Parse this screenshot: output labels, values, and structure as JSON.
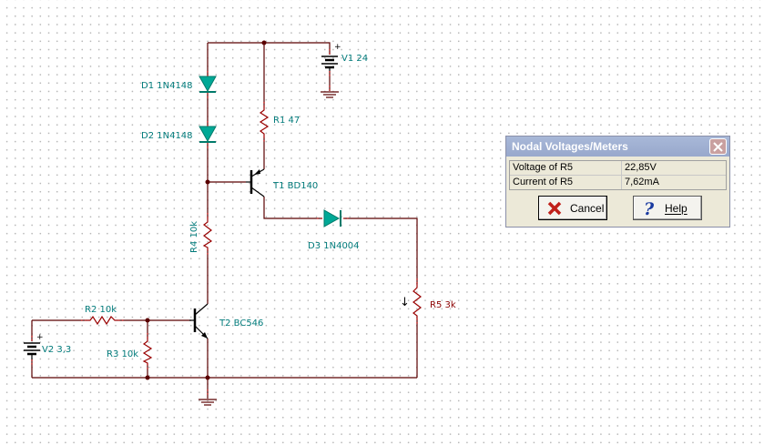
{
  "schematic": {
    "labels": {
      "d1": "D1 1N4148",
      "d2": "D2 1N4148",
      "r1": "R1 47",
      "v1": "V1 24",
      "t1": "T1 BD140",
      "r4": "R4 10k",
      "d3": "D3 1N4004",
      "r2": "R2 10k",
      "r3": "R3 10k",
      "t2": "T2 BC546",
      "v2": "V2 3,3",
      "r5": "R5 3k"
    },
    "plus_sign": "+",
    "current_arrow": "↓"
  },
  "dialog": {
    "title": "Nodal Voltages/Meters",
    "rows": [
      {
        "name": "Voltage of R5",
        "value": "22,85V"
      },
      {
        "name": "Current of R5",
        "value": "7,62mA"
      }
    ],
    "cancel_label": "Cancel",
    "help_label": "Help",
    "cancel_icon": "x-icon",
    "help_icon": "question-icon",
    "colors": {
      "title_bg": "#a0b0d4",
      "close_bg": "#c9a0a0",
      "cancel_icon": "#c0201a",
      "help_icon": "#1a3aa0"
    }
  },
  "colors": {
    "wire": "#5a0000",
    "label": "#007a7a",
    "diode": "#00a896"
  }
}
